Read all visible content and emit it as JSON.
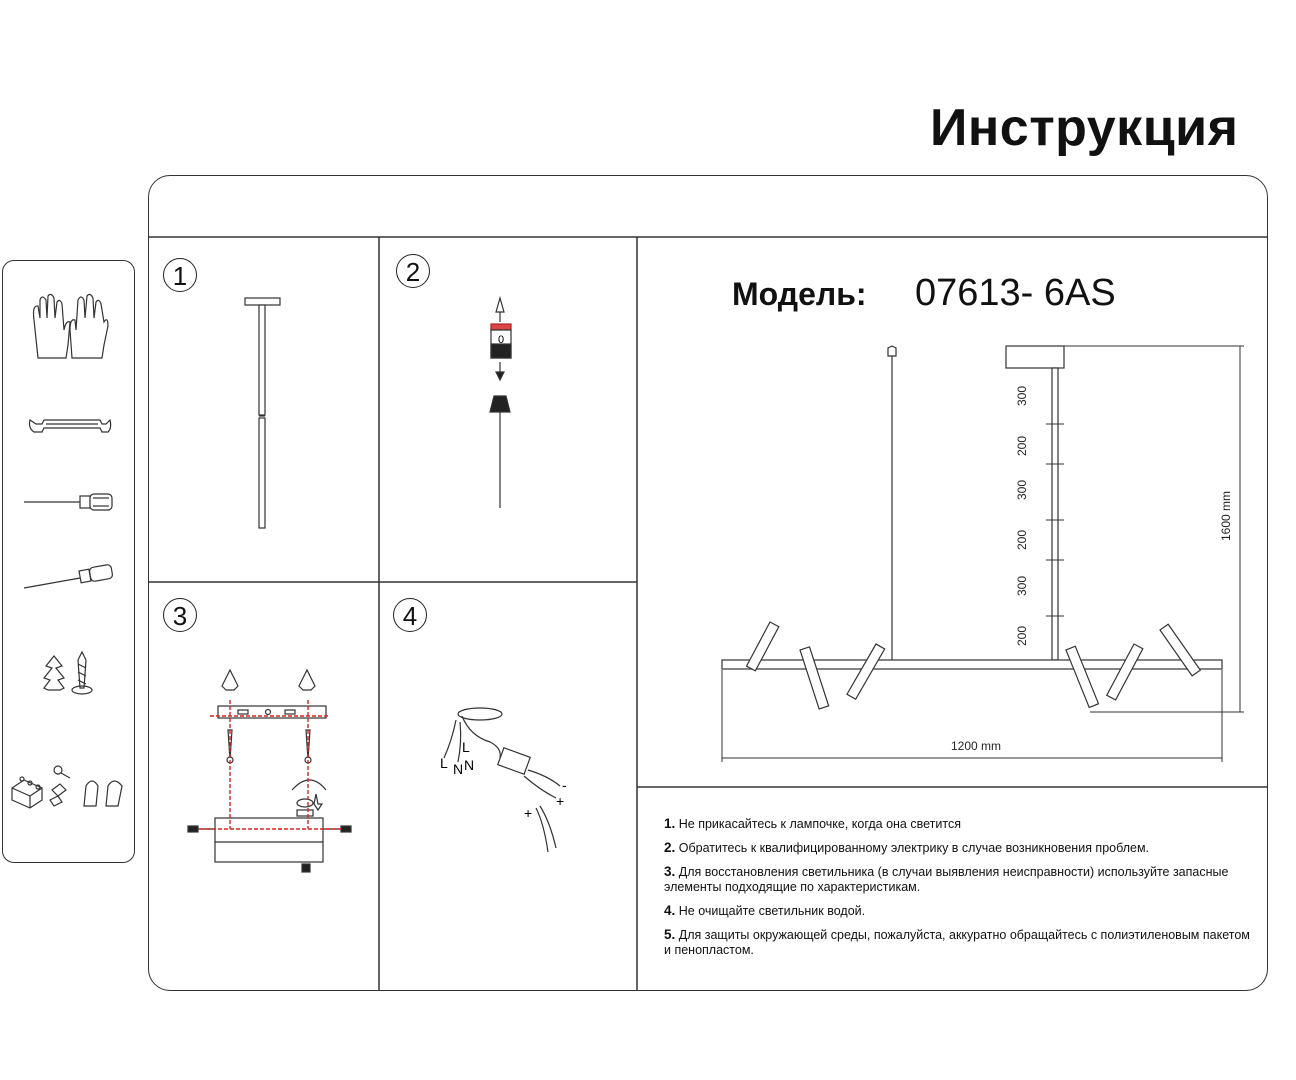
{
  "title": "Инструкция",
  "model": {
    "label": "Модель:",
    "value": "07613- 6AS"
  },
  "steps": [
    "1",
    "2",
    "3",
    "4"
  ],
  "wiring_labels": {
    "L1": "L",
    "N1": "N",
    "L2": "L",
    "N2": "N",
    "minus": "-",
    "plus1": "+",
    "plus2": "+"
  },
  "dimensions": {
    "height": "1600 mm",
    "width": "1200 mm",
    "segments": [
      "300",
      "200",
      "300",
      "200",
      "300",
      "200"
    ]
  },
  "step2_cap": "0",
  "notes": [
    {
      "num": "1.",
      "text": "Не прикасайтесь к лампочке, когда она светится"
    },
    {
      "num": "2.",
      "text": "Обратитесь к квалифицированному электрику в случае возникновения проблем."
    },
    {
      "num": "3.",
      "text": "Для восстановления светильника (в случаи выявления неисправности) используйте запасные элементы подходящие по характеристикам."
    },
    {
      "num": "4.",
      "text": "Не очищайте светильник водой."
    },
    {
      "num": "5.",
      "text": "Для защиты окружающей среды, пожалуйста, аккуратно обращайтесь с полиэтиленовым пакетом и пенопластом."
    }
  ]
}
